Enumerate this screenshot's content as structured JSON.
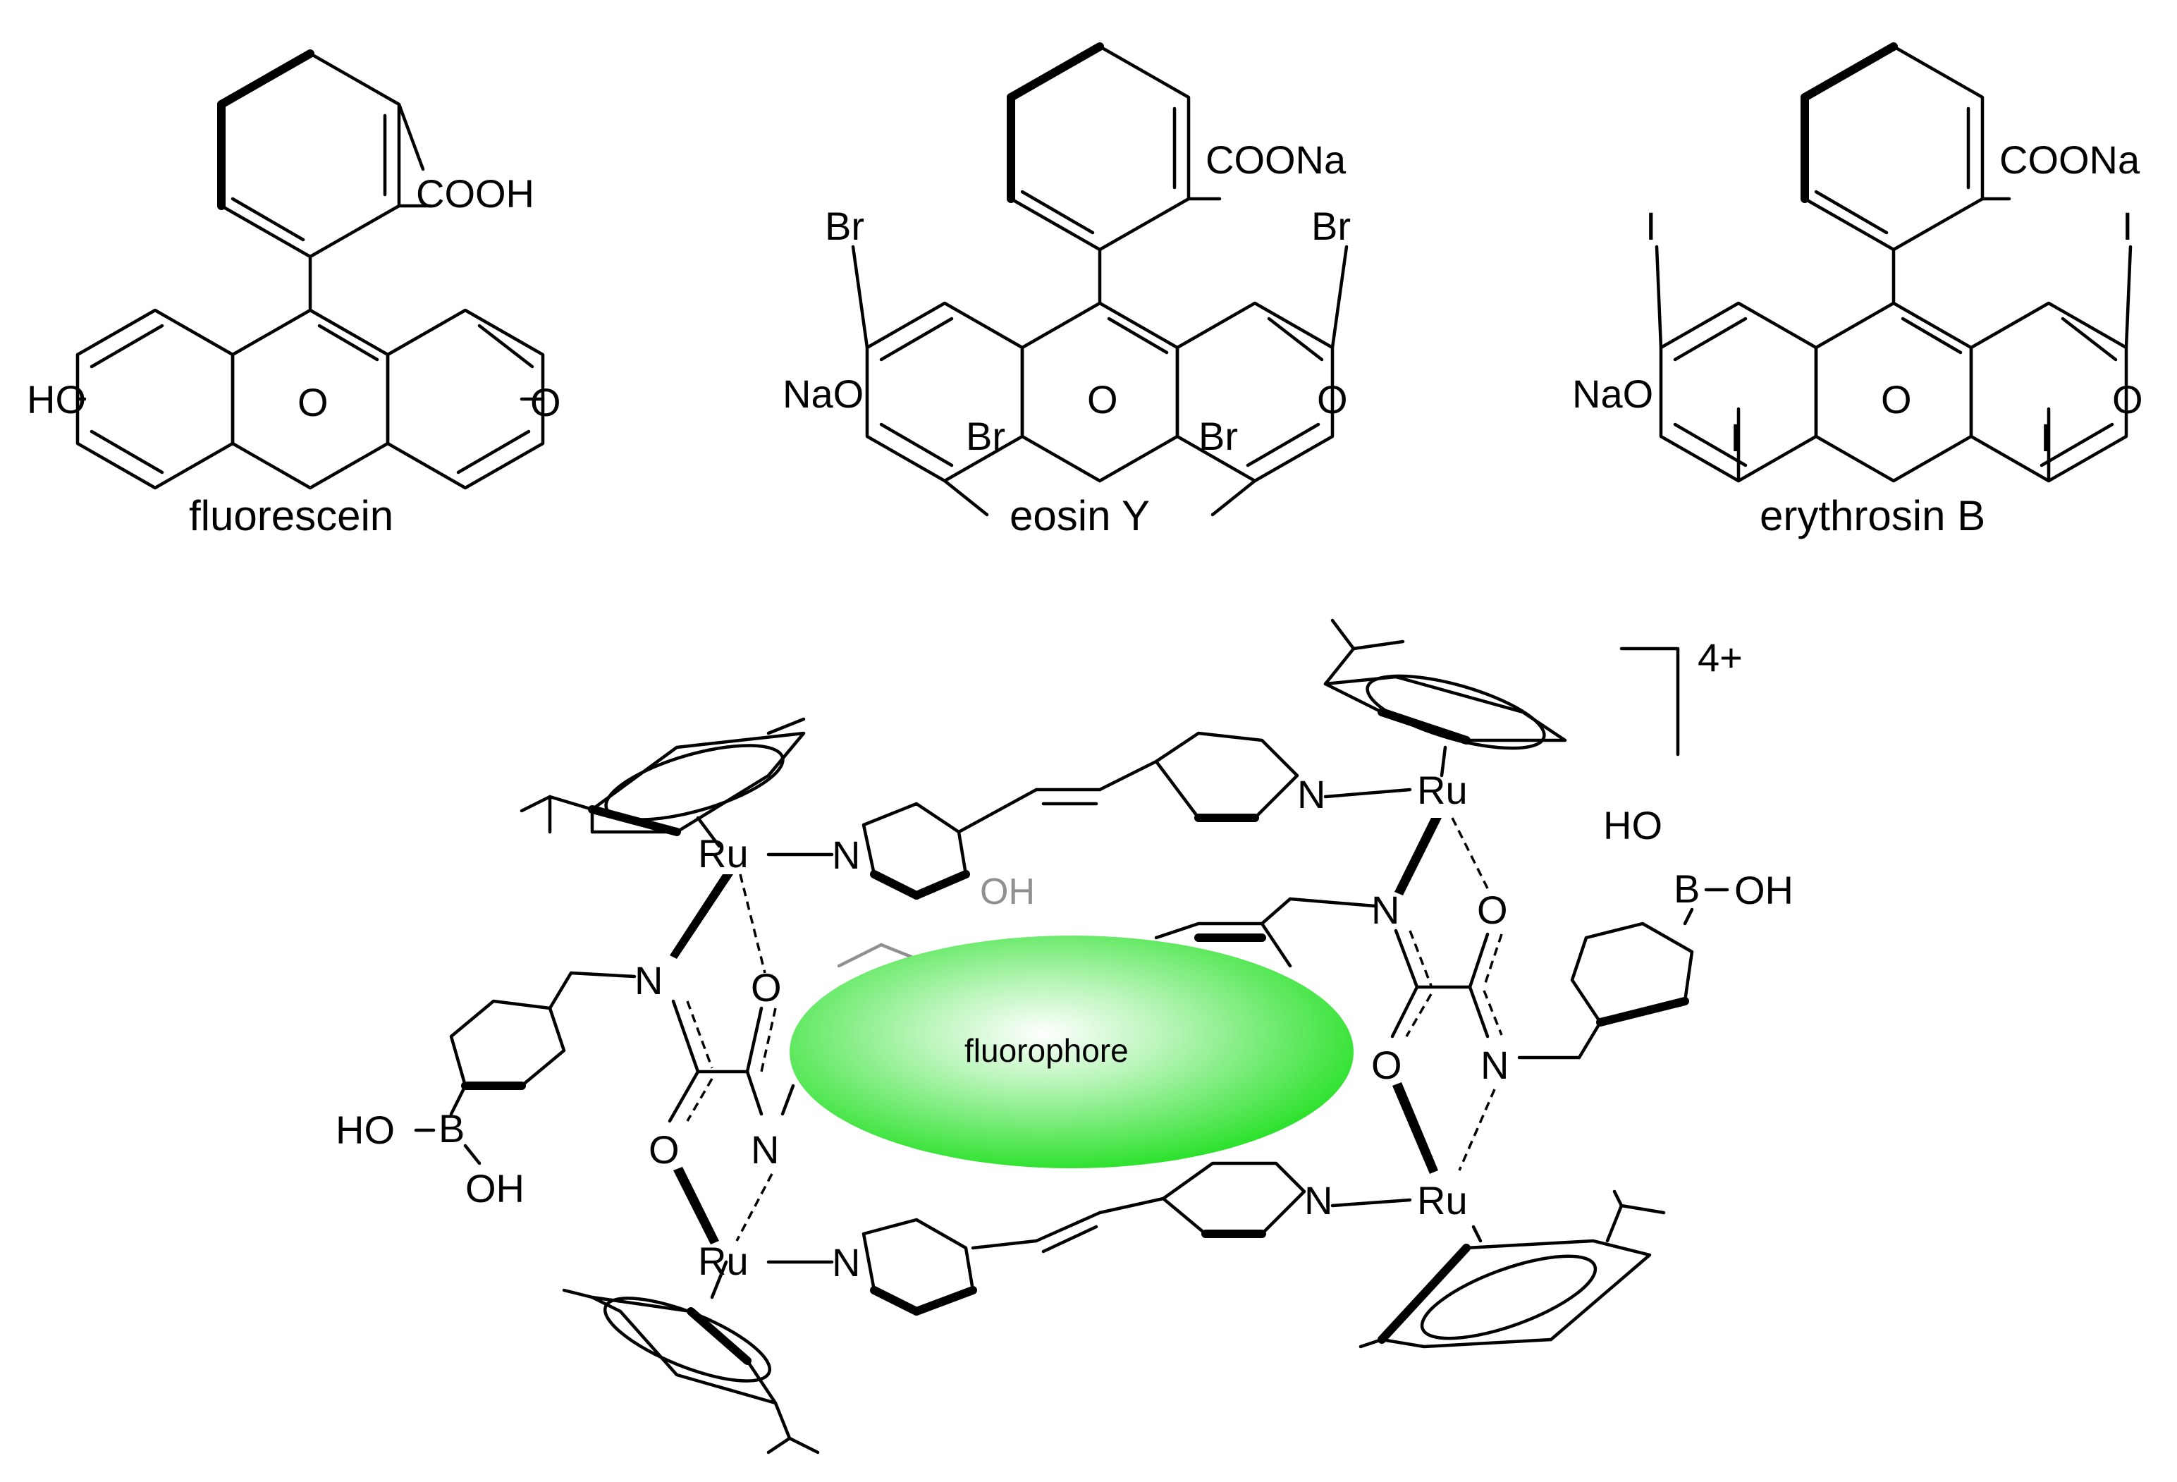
{
  "compounds": [
    {
      "name": "fluorescein",
      "substituents": {
        "carboxyl": "COOH",
        "hydroxyl": "HO",
        "ring_oxygen": "O",
        "carbonyl": "O"
      }
    },
    {
      "name": "eosin Y",
      "substituents": {
        "carboxyl": "COONa",
        "alkoxide": "NaO",
        "ring_oxygen": "O",
        "carbonyl": "O",
        "halogen_tl": "Br",
        "halogen_tr": "Br",
        "halogen_bl": "Br",
        "halogen_br": "Br"
      }
    },
    {
      "name": "erythrosin B",
      "substituents": {
        "carboxyl": "COONa",
        "alkoxide": "NaO",
        "ring_oxygen": "O",
        "carbonyl": "O",
        "halogen_tl": "I",
        "halogen_tr": "I",
        "halogen_bl": "I",
        "halogen_br": "I"
      }
    }
  ],
  "cage": {
    "charge": "4+",
    "metal": "Ru",
    "pyridine_n": "N",
    "oxamide_n": "N",
    "oxamide_o": "O",
    "boron": "B",
    "hydroxyl_h": "HO",
    "hydroxyl_t": "OH",
    "guest_label": "fluorophore",
    "guest_color": "#22e022"
  }
}
